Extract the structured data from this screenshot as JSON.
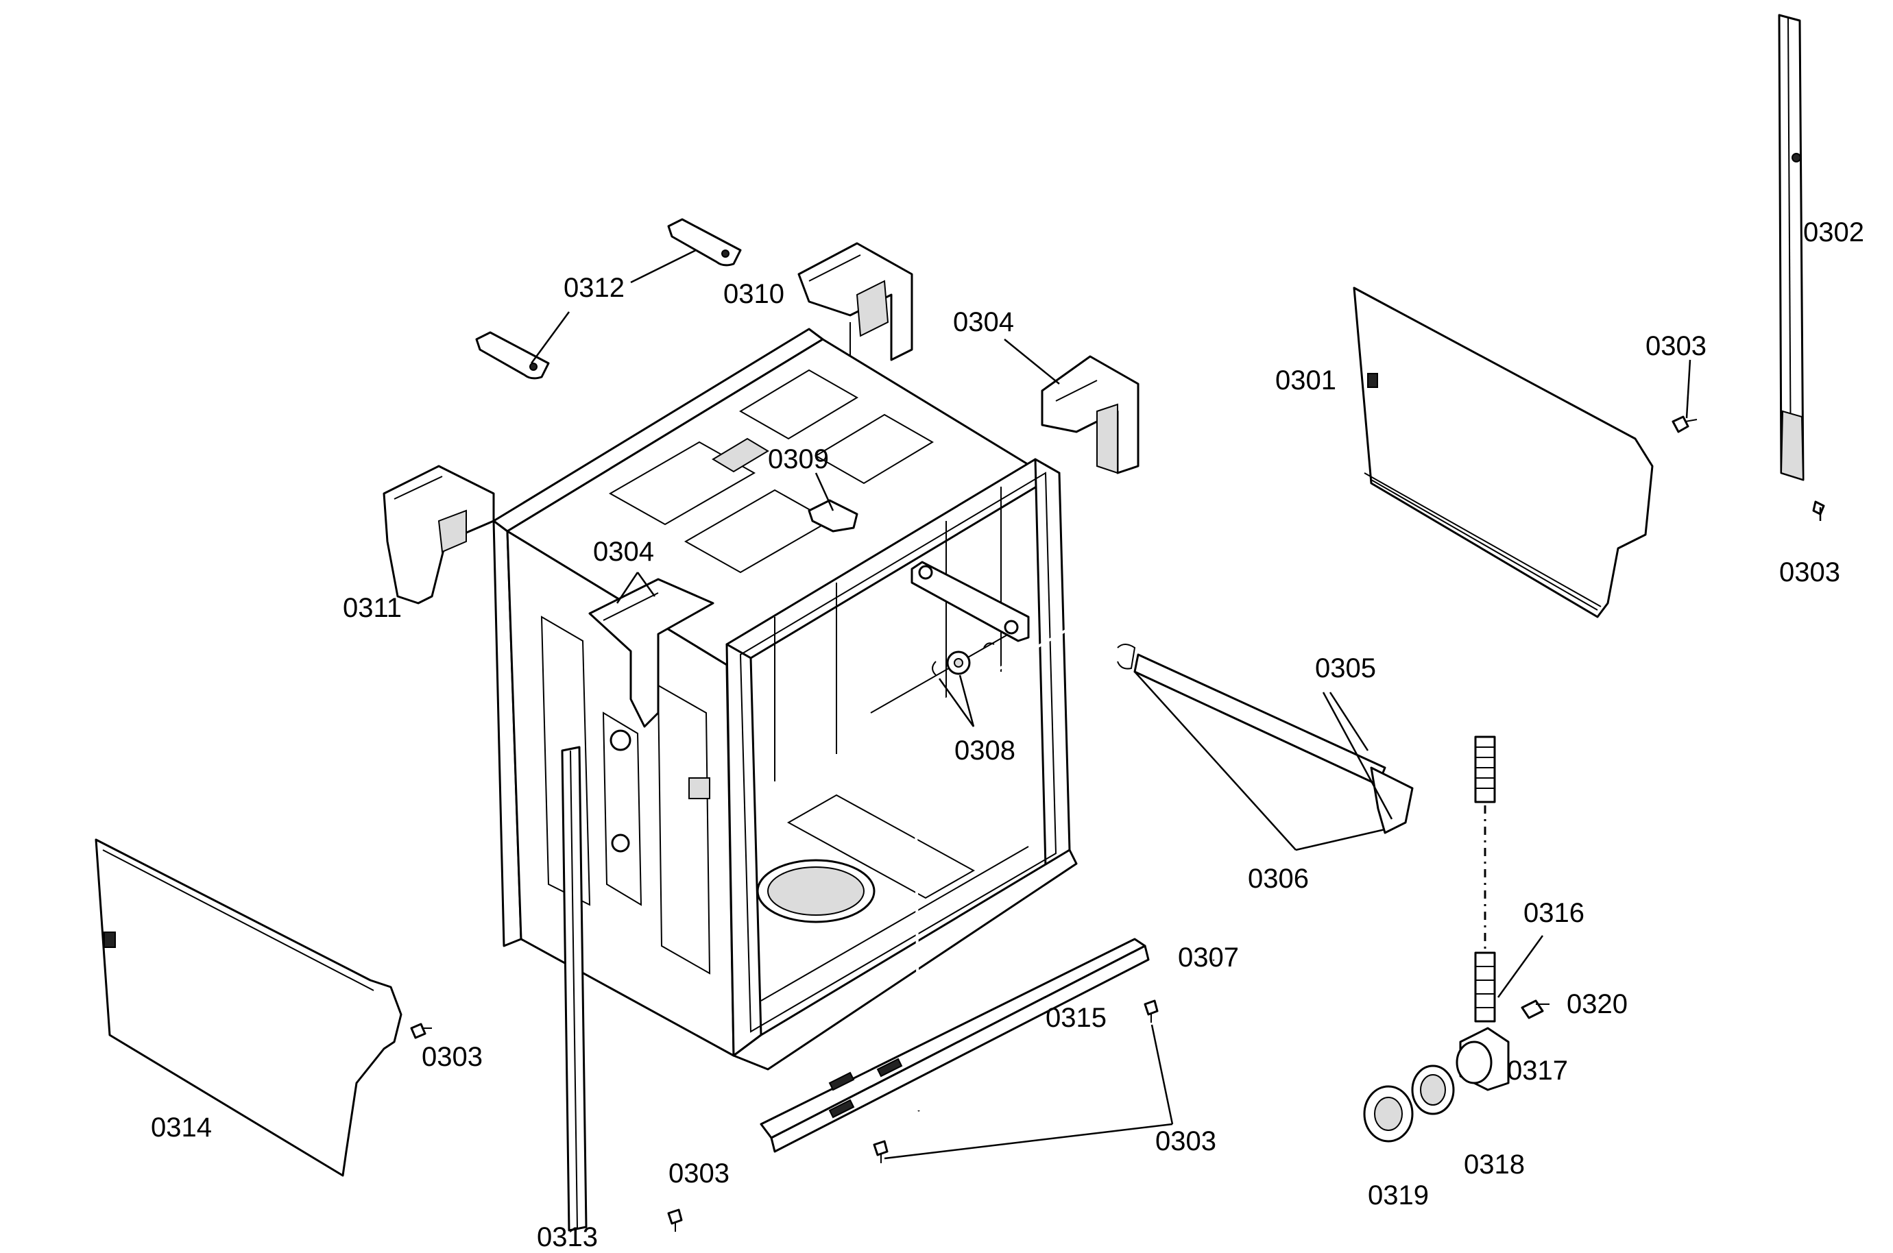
{
  "labels": {
    "l0301": "0301",
    "l0302": "0302",
    "l0303a": "0303",
    "l0303b": "0303",
    "l0303c": "0303",
    "l0303d": "0303",
    "l0303e": "0303",
    "l0304a": "0304",
    "l0304b": "0304",
    "l0305": "0305",
    "l0306": "0306",
    "l0307": "0307",
    "l0308": "0308",
    "l0309": "0309",
    "l0310": "0310",
    "l0311": "0311",
    "l0312": "0312",
    "l0313": "0313",
    "l0314": "0314",
    "l0315": "0315",
    "l0316": "0316",
    "l0317": "0317",
    "l0318": "0318",
    "l0319": "0319",
    "l0320": "0320"
  }
}
